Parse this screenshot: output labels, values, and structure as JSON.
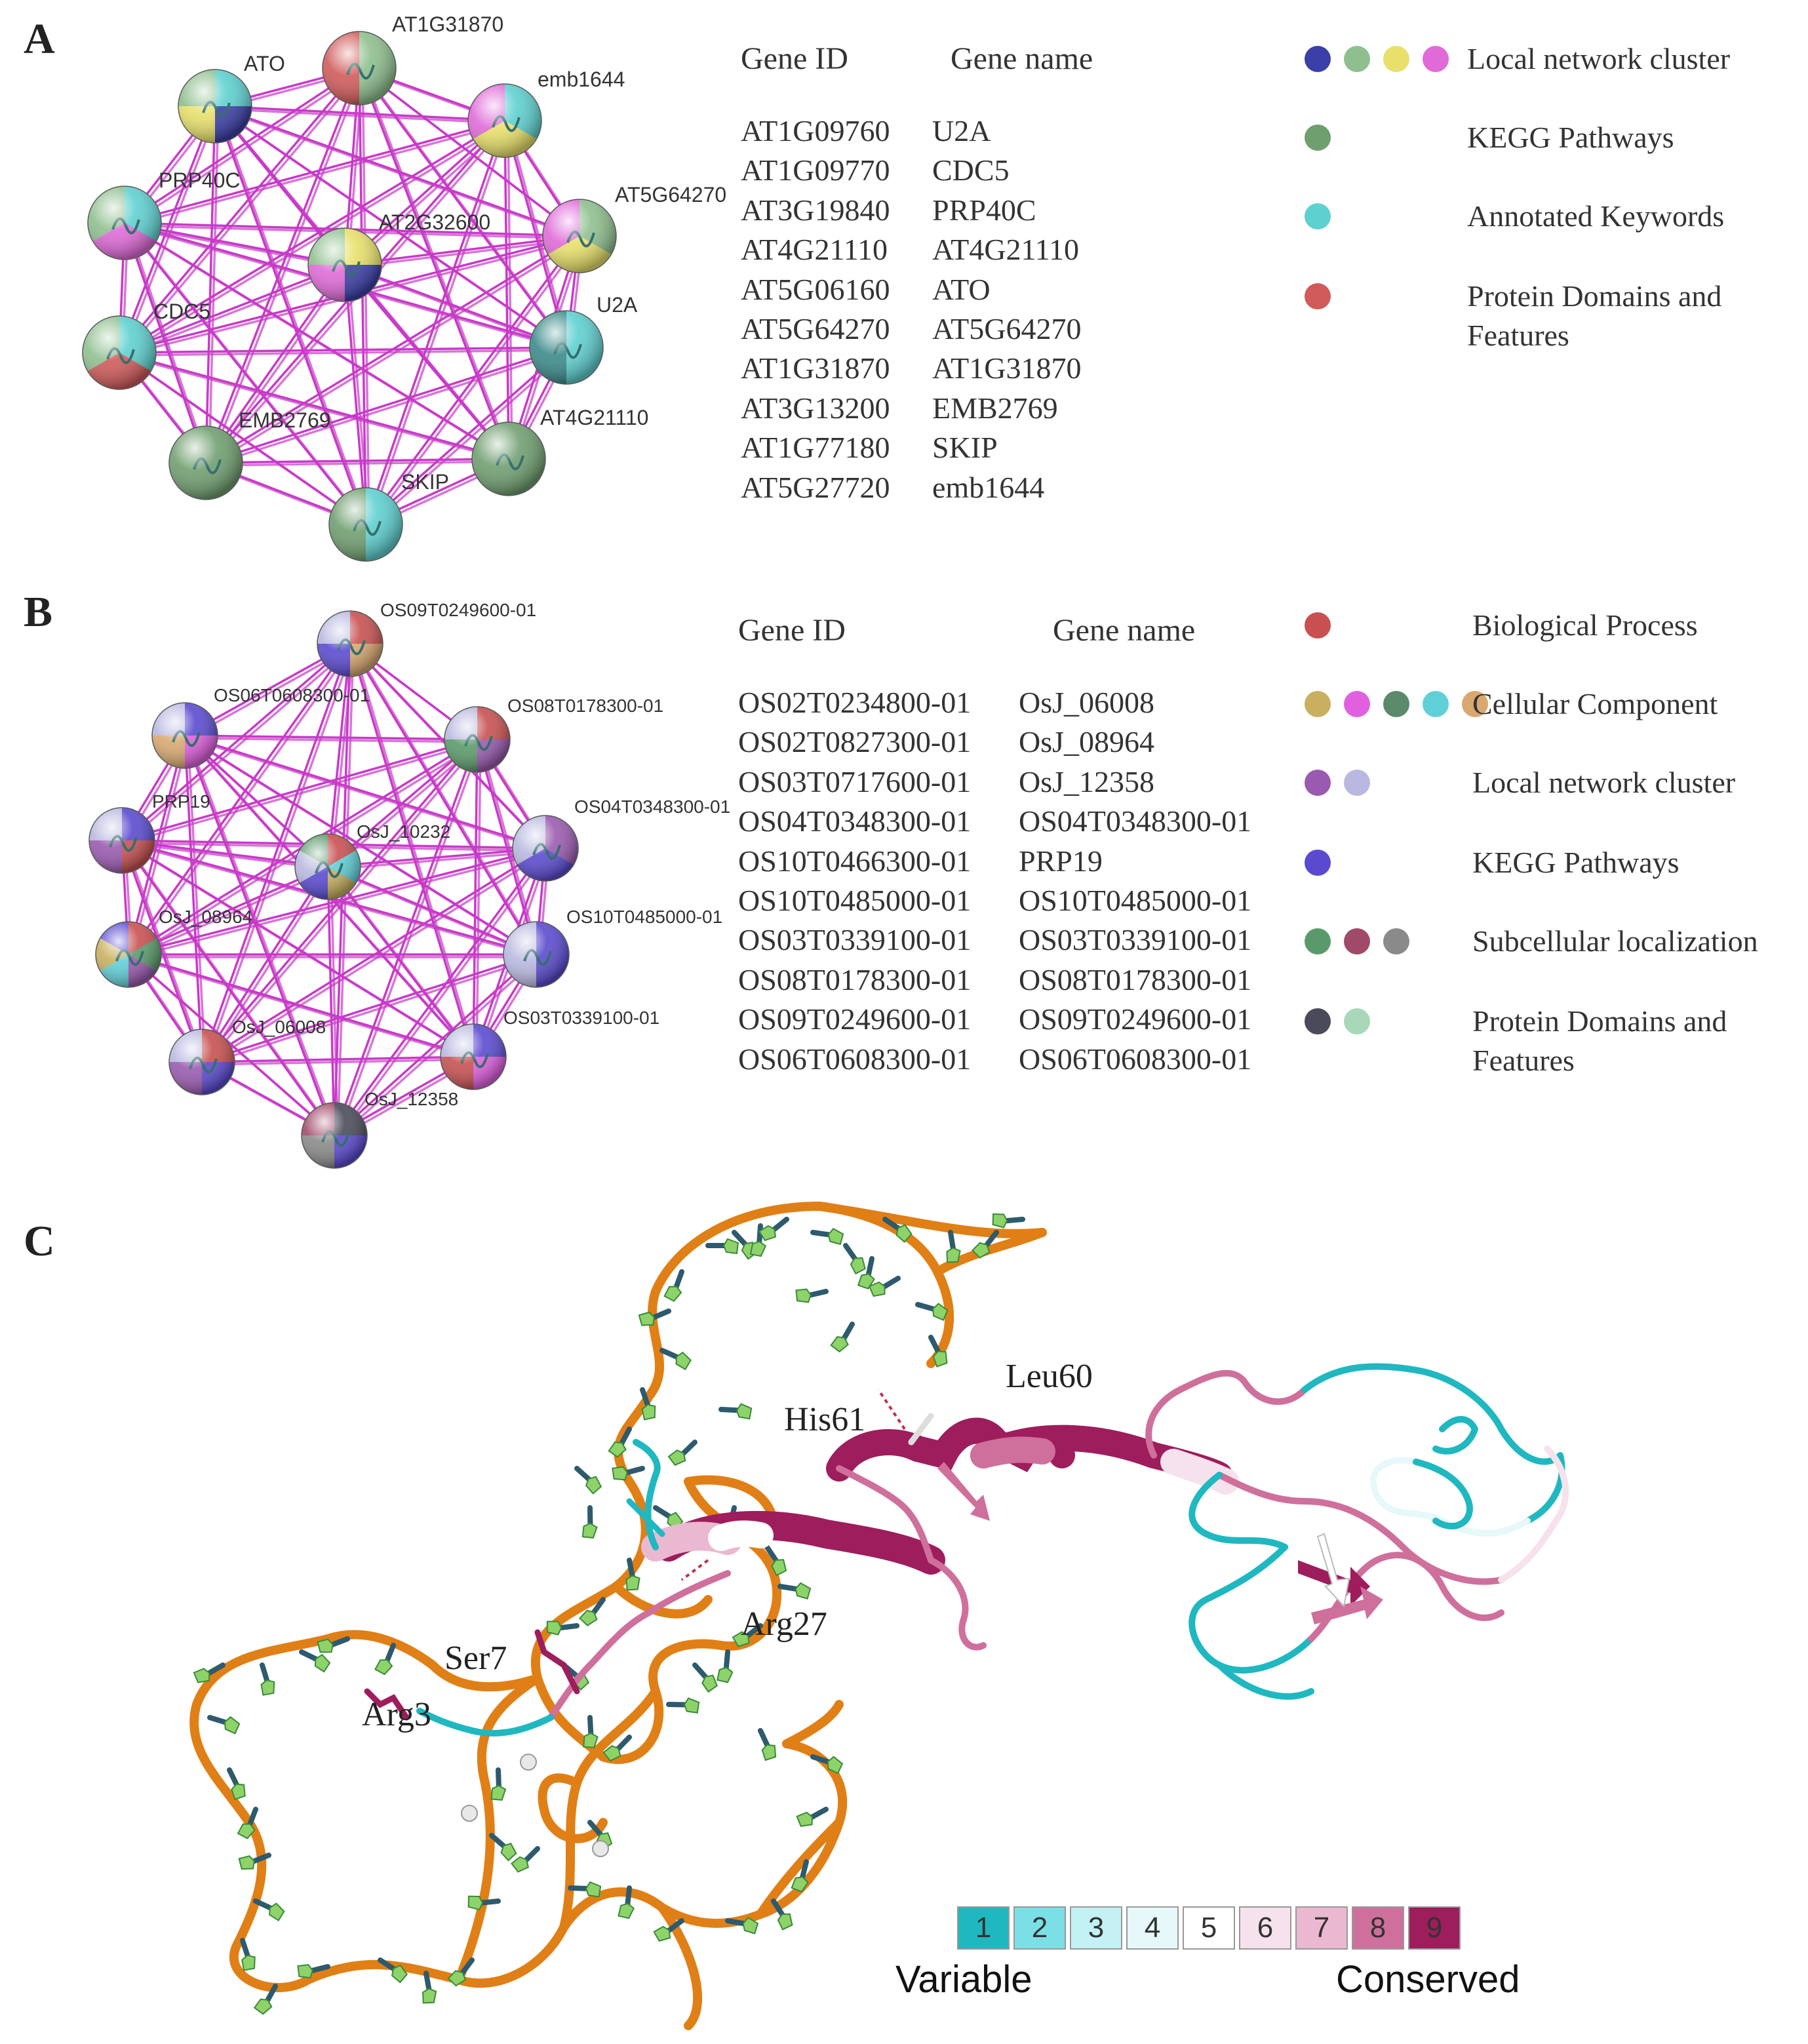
{
  "panels": {
    "a": {
      "letter": "A",
      "network_nodes": [
        "AT1G31870",
        "ATO",
        "emb1644",
        "PRP40C",
        "AT2G32600",
        "AT5G64270",
        "CDC5",
        "U2A",
        "EMB2769",
        "AT4G21110",
        "SKIP"
      ],
      "table": {
        "col1_header": "Gene ID",
        "col2_header": "Gene name",
        "rows": [
          {
            "id": "AT1G09760",
            "name": "U2A"
          },
          {
            "id": "AT1G09770",
            "name": "CDC5"
          },
          {
            "id": "AT3G19840",
            "name": "PRP40C"
          },
          {
            "id": "AT4G21110",
            "name": "AT4G21110"
          },
          {
            "id": "AT5G06160",
            "name": "ATO"
          },
          {
            "id": "AT5G64270",
            "name": "AT5G64270"
          },
          {
            "id": "AT1G31870",
            "name": "AT1G31870"
          },
          {
            "id": "AT3G13200",
            "name": "EMB2769"
          },
          {
            "id": "AT1G77180",
            "name": "SKIP"
          },
          {
            "id": "AT5G27720",
            "name": "emb1644"
          }
        ]
      },
      "legend": [
        {
          "colors": [
            "#3b3fa8",
            "#8fbf8f",
            "#e8e06a",
            "#e06ad8"
          ],
          "label": "Local network cluster"
        },
        {
          "colors": [
            "#6f9e6f"
          ],
          "label": "KEGG Pathways"
        },
        {
          "colors": [
            "#5ed0d0"
          ],
          "label": "Annotated Keywords"
        },
        {
          "colors": [
            "#d05a5a"
          ],
          "label": "Protein Domains and Features"
        }
      ]
    },
    "b": {
      "letter": "B",
      "network_nodes": [
        "OS09T0249600-01",
        "OS06T0608300-01",
        "OS08T0178300-01",
        "PRP19",
        "OS04T0348300-01",
        "OsJ_10232",
        "OsJ_08964",
        "OS10T0485000-01",
        "OsJ_06008",
        "OS03T0339100-01",
        "OsJ_12358"
      ],
      "table": {
        "col1_header": "Gene ID",
        "col2_header": "Gene name",
        "rows": [
          {
            "id": "OS02T0234800-01",
            "name": "OsJ_06008"
          },
          {
            "id": "OS02T0827300-01",
            "name": "OsJ_08964"
          },
          {
            "id": "OS03T0717600-01",
            "name": "OsJ_12358"
          },
          {
            "id": "OS04T0348300-01",
            "name": "OS04T0348300-01"
          },
          {
            "id": "OS10T0466300-01",
            "name": "PRP19"
          },
          {
            "id": "OS10T0485000-01",
            "name": "OS10T0485000-01"
          },
          {
            "id": "OS03T0339100-01",
            "name": "OS03T0339100-01"
          },
          {
            "id": "OS08T0178300-01",
            "name": "OS08T0178300-01"
          },
          {
            "id": "OS09T0249600-01",
            "name": "OS09T0249600-01"
          },
          {
            "id": "OS06T0608300-01",
            "name": "OS06T0608300-01"
          }
        ]
      },
      "legend": [
        {
          "colors": [
            "#c85050"
          ],
          "label": "Biological Process"
        },
        {
          "colors": [
            "#c8b060",
            "#e060e0",
            "#5a8a6a",
            "#60d0d8",
            "#d8a870"
          ],
          "label": "Cellular Component"
        },
        {
          "colors": [
            "#9a5ab0",
            "#b8b8e0"
          ],
          "label": "Local network cluster"
        },
        {
          "colors": [
            "#5a4ad0"
          ],
          "label": "KEGG Pathways"
        },
        {
          "colors": [
            "#5a9a6a",
            "#a04a6a",
            "#8a8a8a"
          ],
          "label": "Subcellular localization"
        },
        {
          "colors": [
            "#4a4a5a",
            "#a8d8b8"
          ],
          "label": "Protein Domains and Features"
        }
      ]
    },
    "c": {
      "letter": "C",
      "residues": [
        "Leu60",
        "His61",
        "Arg27",
        "Ser7",
        "Arg3"
      ],
      "scale": {
        "steps": [
          {
            "label": "1",
            "color": "#1fb8c0"
          },
          {
            "label": "2",
            "color": "#7ae0e6"
          },
          {
            "label": "3",
            "color": "#c4f2f4"
          },
          {
            "label": "4",
            "color": "#e6f8f9"
          },
          {
            "label": "5",
            "color": "#ffffff"
          },
          {
            "label": "6",
            "color": "#f6e2ec"
          },
          {
            "label": "7",
            "color": "#eab8d0"
          },
          {
            "label": "8",
            "color": "#cf6f9c"
          },
          {
            "label": "9",
            "color": "#9e1d5c"
          }
        ],
        "left_label": "Variable",
        "right_label": "Conserved"
      }
    }
  }
}
